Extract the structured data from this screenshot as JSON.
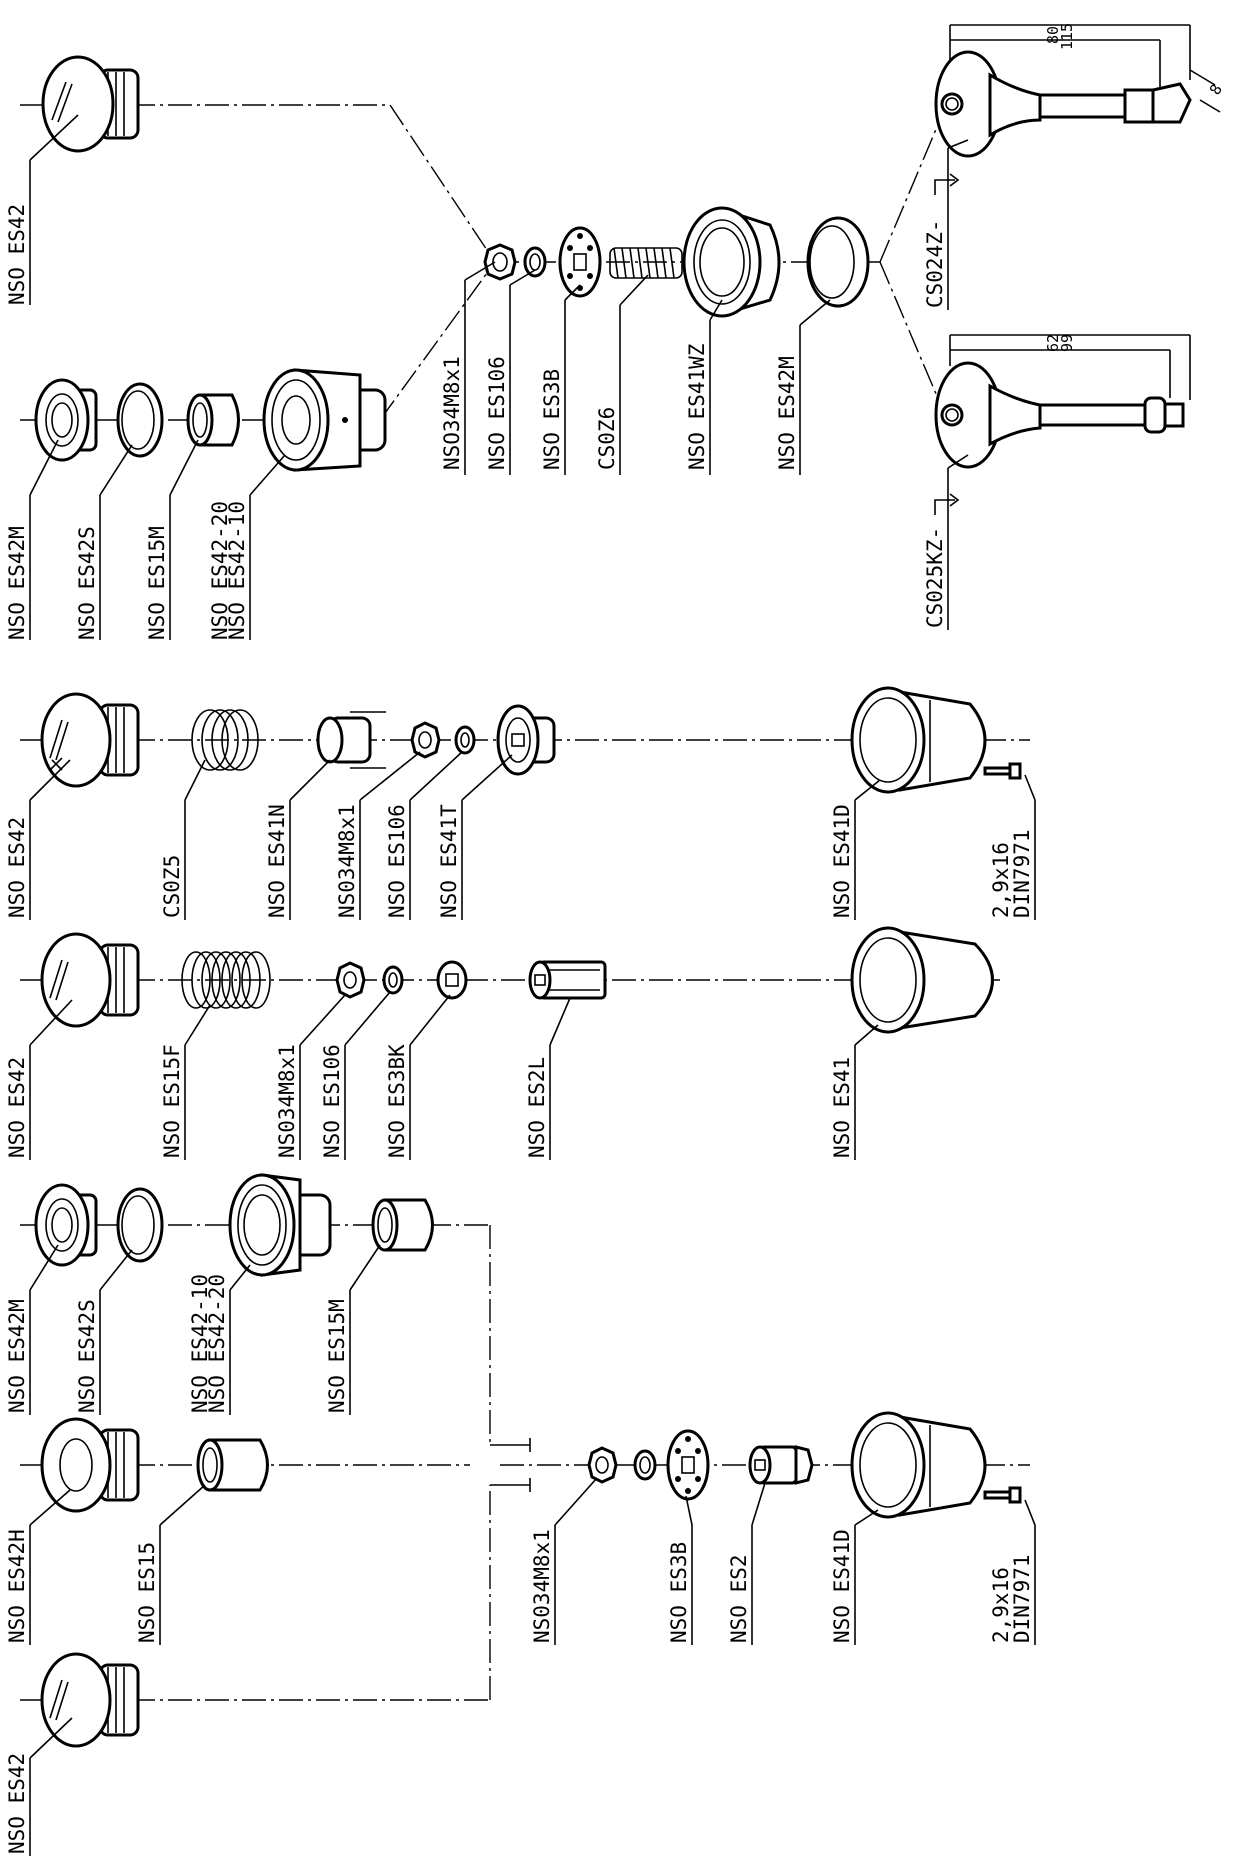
{
  "labels": {
    "r1_es42": "NSO ES42",
    "r1_ns034": "NSO34M8x1",
    "r1_es106": "NSO ES106",
    "r1_es3b": "NSO ES3B",
    "r1_cs0z6": "CS0Z6",
    "r1_es41wz": "NSO ES41WZ",
    "r1_es42m_b": "NSO ES42M",
    "r1_cs024z": "CS024Z-",
    "r2_es42m": "NSO ES42M",
    "r2_es42s": "NSO ES42S",
    "r2_es15m": "NSO ES15M",
    "r2_es42_20": "NSO ES42-20",
    "r2_es42_10": "NSO ES42-10",
    "r2_cs025kz": "CS025KZ-",
    "r3_es42": "NSO ES42",
    "r3_cs0z5": "CS0Z5",
    "r3_es41n": "NSO ES41N",
    "r3_ns034": "NS034M8x1",
    "r3_es106": "NSO ES106",
    "r3_es41t": "NSO ES41T",
    "r3_es41d": "NSO ES41D",
    "r3_screw1": "2,9x16",
    "r3_screw2": "DIN7971",
    "r4_es42": "NSO ES42",
    "r4_es15f": "NSO ES15F",
    "r4_ns034": "NS034M8x1",
    "r4_es106": "NSO ES106",
    "r4_es3bk": "NSO ES3BK",
    "r4_es2l": "NSO ES2L",
    "r4_es41": "NSO ES41",
    "r5_es42m": "NSO ES42M",
    "r5_es42s": "NSO ES42S",
    "r5_es42_10": "NSO ES42-10",
    "r5_es42_20": "NSO ES42-20",
    "r5_es15m": "NSO ES15M",
    "r6_es42h": "NSO ES42H",
    "r6_es15": "NSO ES15",
    "r6_ns034": "NS034M8x1",
    "r6_es3b": "NSO ES3B",
    "r6_es2": "NSO ES2",
    "r6_es41d": "NSO ES41D",
    "r6_screw1": "2,9x16",
    "r6_screw2": "DIN7971",
    "r7_es42": "NSO ES42"
  },
  "dimensions": {
    "handle_a_short": "80",
    "handle_a_long": "115",
    "handle_a_side": "8",
    "handle_b_short": "62",
    "handle_b_long": "99"
  }
}
